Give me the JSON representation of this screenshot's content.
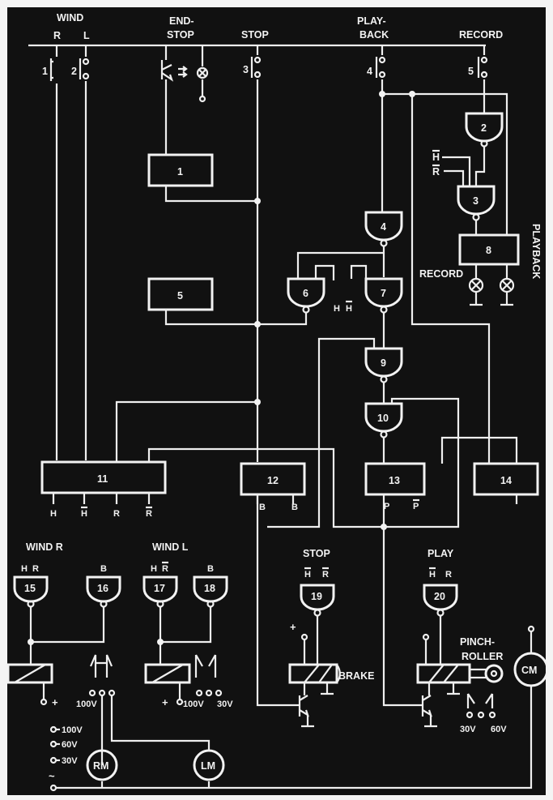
{
  "colors": {
    "background": "#111111",
    "line": "#efefef",
    "page": "#f4f4f4"
  },
  "header": {
    "wind": "WIND",
    "wind_r": "R",
    "wind_l": "L",
    "endstop_1": "END-",
    "endstop_2": "STOP",
    "stop": "STOP",
    "playback_1": "PLAY-",
    "playback_2": "BACK",
    "record": "RECORD"
  },
  "switches": {
    "s1": "1",
    "s2": "2",
    "s3": "3",
    "s4": "4",
    "s5": "5"
  },
  "blocks": {
    "b1": "1",
    "b5": "5",
    "b8": "8",
    "b11": "11",
    "b12": "12",
    "b13": "13",
    "b14": "14"
  },
  "gates": {
    "g2": "2",
    "g3": "3",
    "g4": "4",
    "g6": "6",
    "g7": "7",
    "g9": "9",
    "g10": "10",
    "g15": "15",
    "g16": "16",
    "g17": "17",
    "g18": "18",
    "g19": "19",
    "g20": "20"
  },
  "labels": {
    "h_bar": "H",
    "r_bar": "R",
    "h": "H",
    "r": "R",
    "b": "B",
    "p": "P",
    "record_lamp": "RECORD",
    "playback_side": "PLAYBACK",
    "wind_r": "WIND R",
    "wind_l": "WIND L",
    "stop": "STOP",
    "play": "PLAY",
    "brake": "BRAKE",
    "pinch_1": "PINCH-",
    "pinch_2": "ROLLER",
    "plus": "+",
    "v100": "100V",
    "v30": "30V",
    "v60": "60V",
    "rm": "RM",
    "lm": "LM",
    "cm": "CM",
    "tilde": "~"
  }
}
